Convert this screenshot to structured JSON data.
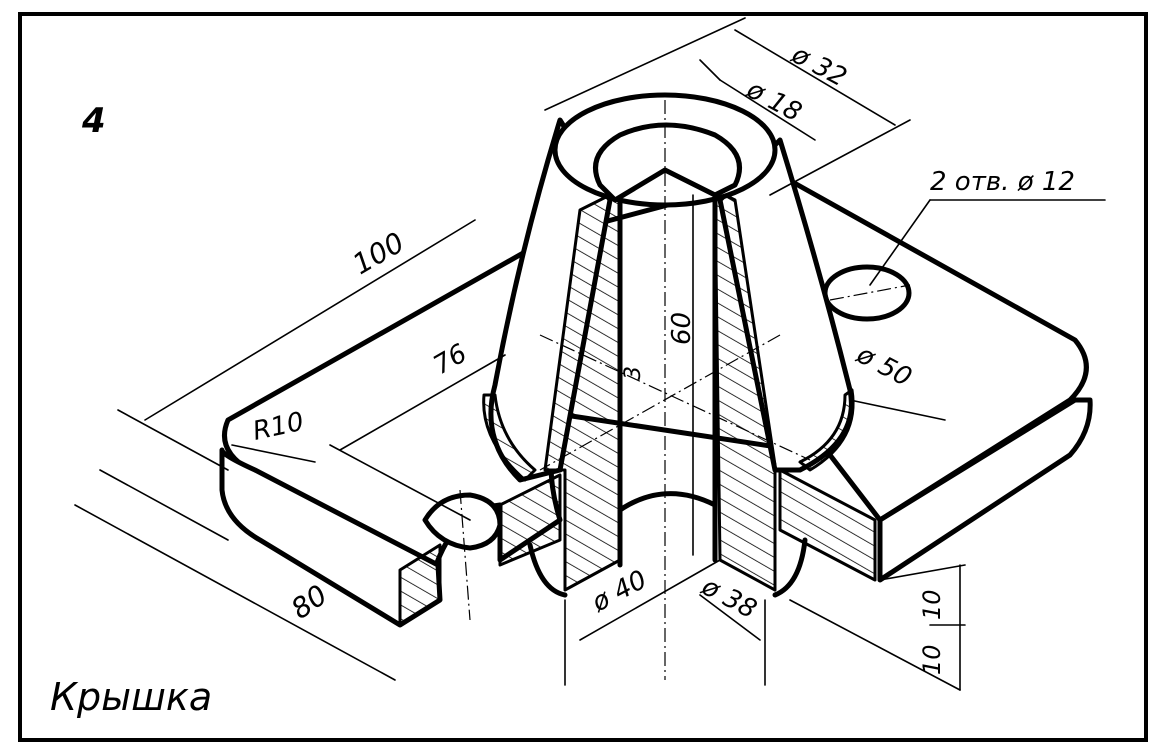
{
  "sheet": {
    "number": "4",
    "part_name": "Крышка"
  },
  "dimensions": {
    "d_top_outer": "ø 32",
    "d_top_inner": "ø 18",
    "holes": "2 отв. ø 12",
    "length": "100",
    "hole_spacing": "76",
    "radius": "R10",
    "width": "80",
    "height": "60",
    "small_height": "3",
    "d_base_cone": "ø 50",
    "d_bore": "ø 40",
    "d_bottom": "ø 38",
    "plate_thickness": "10",
    "lower_thickness": "10"
  },
  "colors": {
    "ink": "#000000",
    "paper": "#ffffff"
  }
}
